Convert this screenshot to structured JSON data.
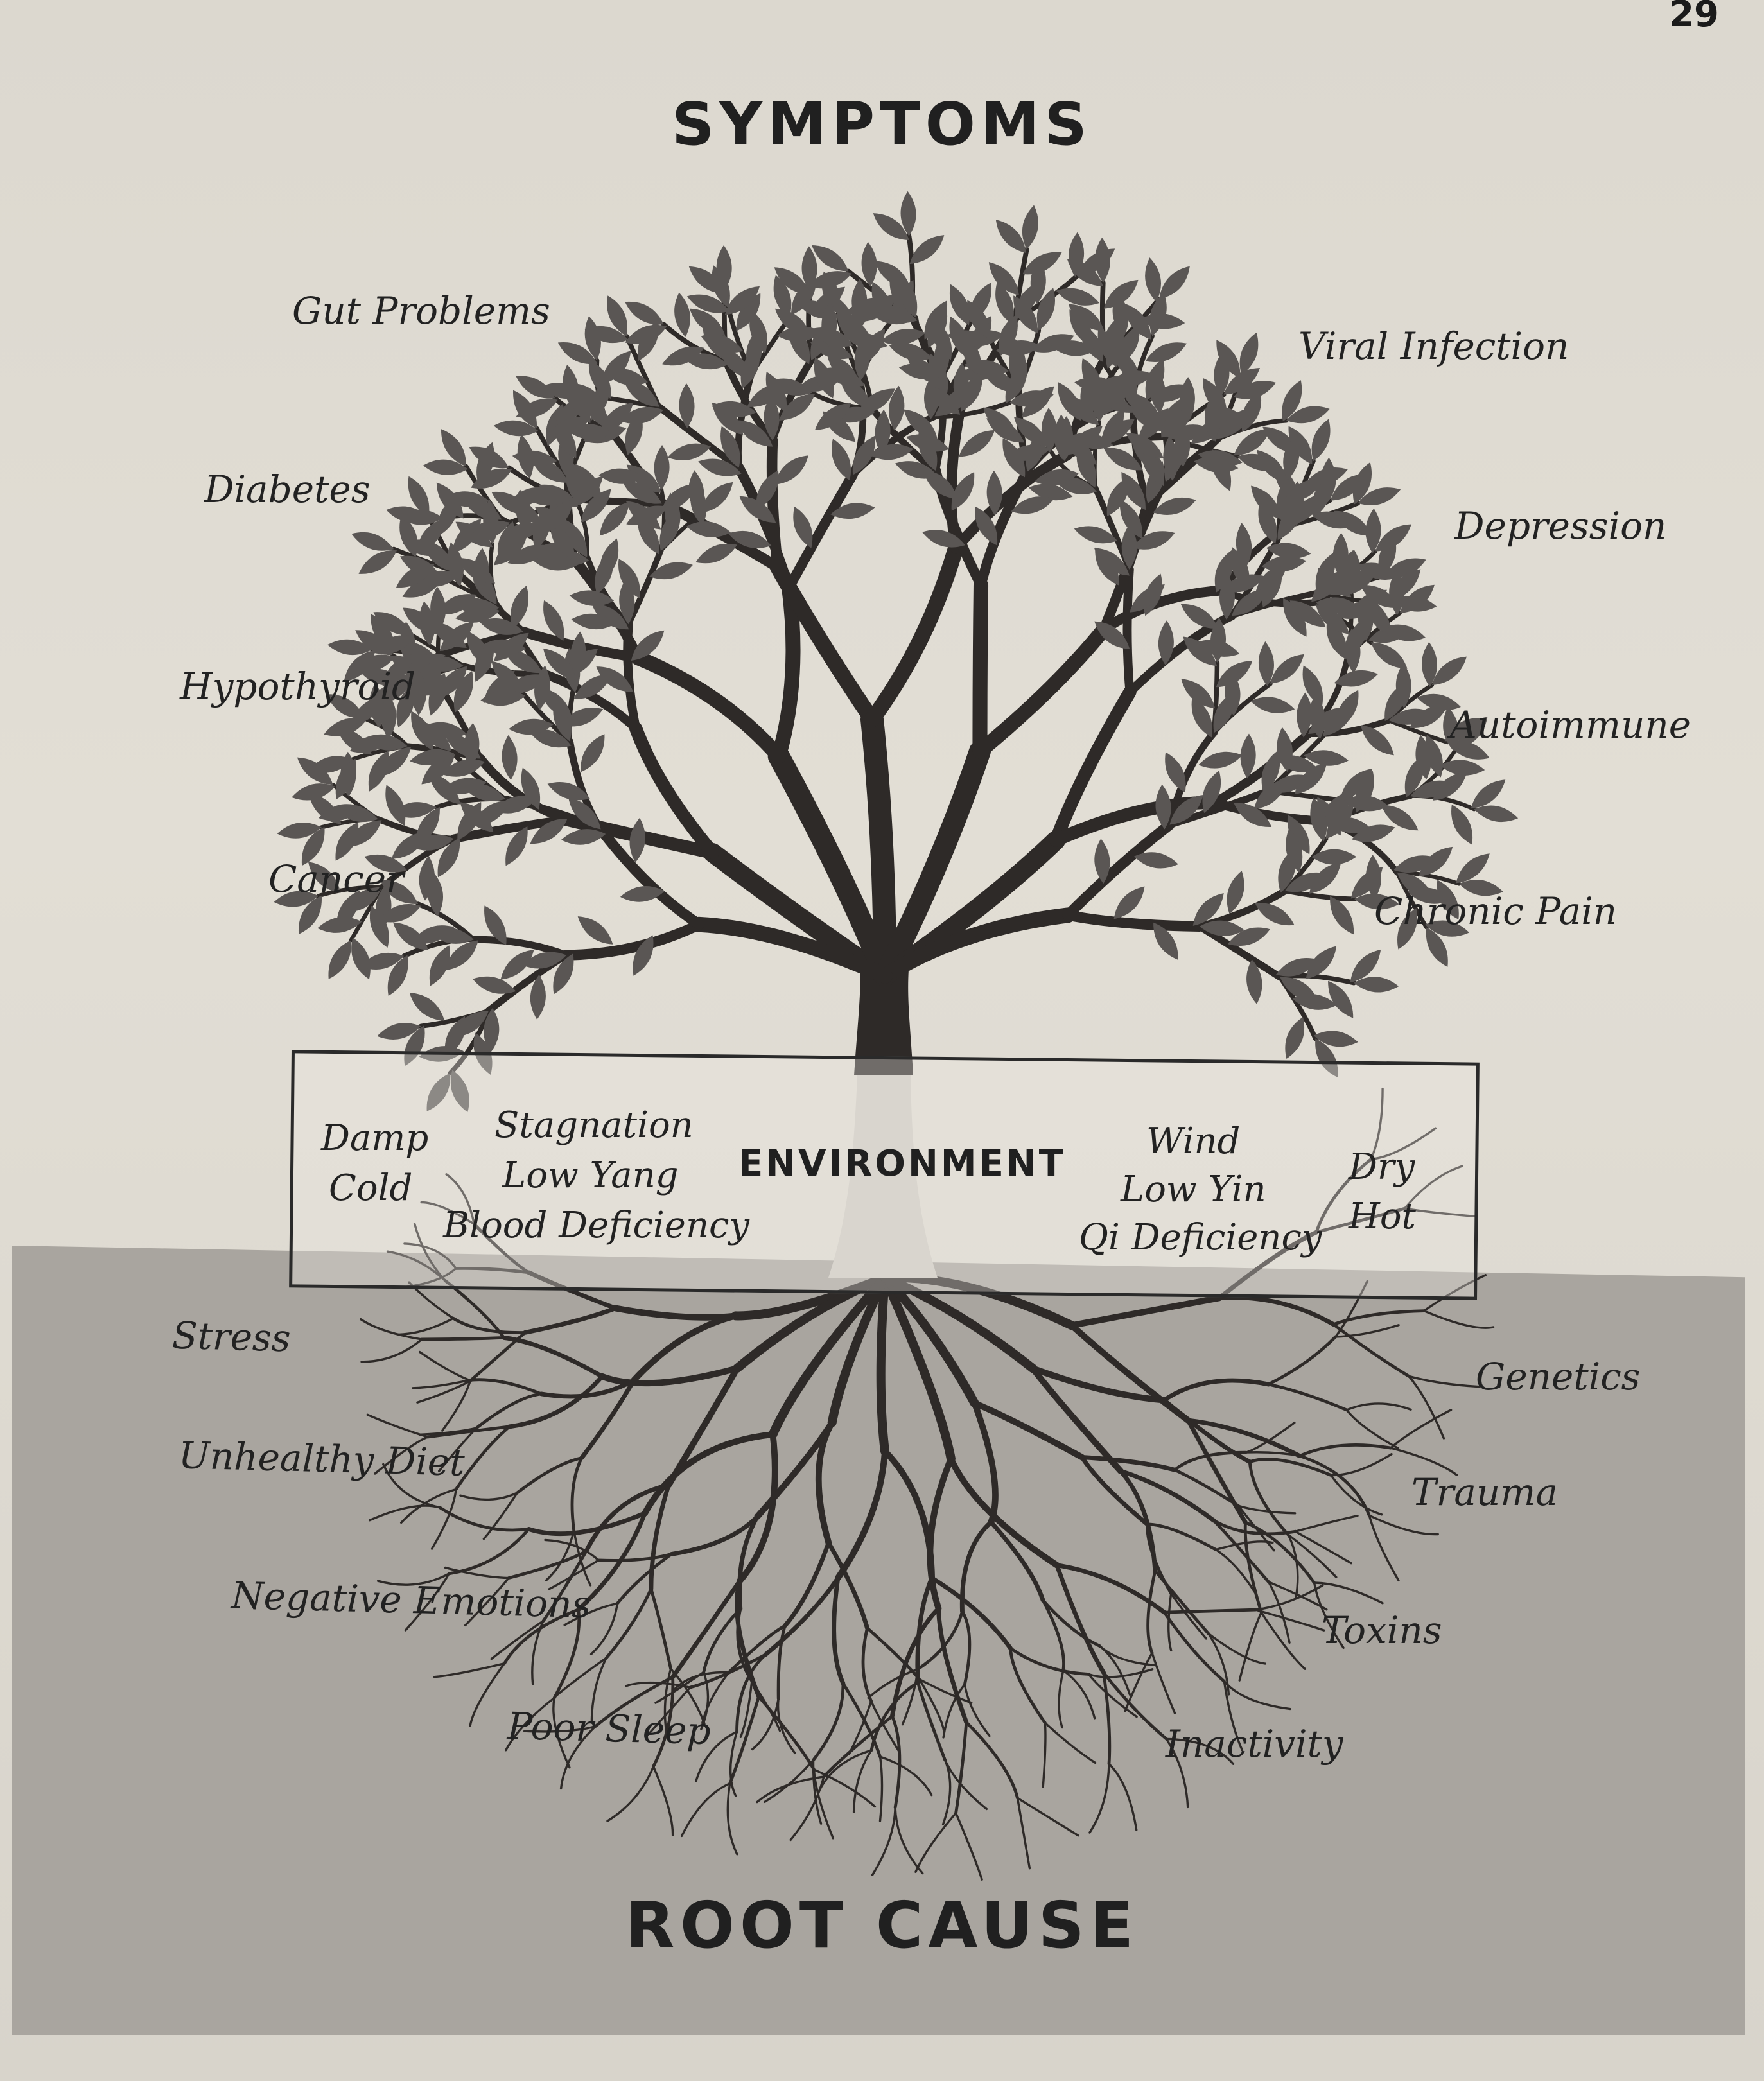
{
  "page_number": "29",
  "headings": {
    "top": "SYMPTOMS",
    "bottom": "ROOT CAUSE"
  },
  "symptoms_left": [
    "Gut Problems",
    "Diabetes",
    "Hypothyroid",
    "Cancer"
  ],
  "symptoms_right": [
    "Viral Infection",
    "Depression",
    "Autoimmune",
    "Chronic Pain"
  ],
  "environment": {
    "title": "ENVIRONMENT",
    "left_outer": [
      "Damp",
      "Cold"
    ],
    "left_inner": [
      "Stagnation",
      "Low Yang",
      "Blood Deficiency"
    ],
    "right_inner": [
      "Wind",
      "Low Yin",
      "Qi Deficiency"
    ],
    "right_outer": [
      "Dry",
      "Hot"
    ]
  },
  "root_causes_left": [
    "Stress",
    "Unhealthy Diet",
    "Negative Emotions",
    "Poor Sleep"
  ],
  "root_causes_right": [
    "Genetics",
    "Trauma",
    "Toxins",
    "Inactivity"
  ],
  "colors": {
    "ground": "#a9a59f",
    "tree": "#2e2a28",
    "leaf": "#5a5654",
    "paper": "#e0dcd3"
  }
}
